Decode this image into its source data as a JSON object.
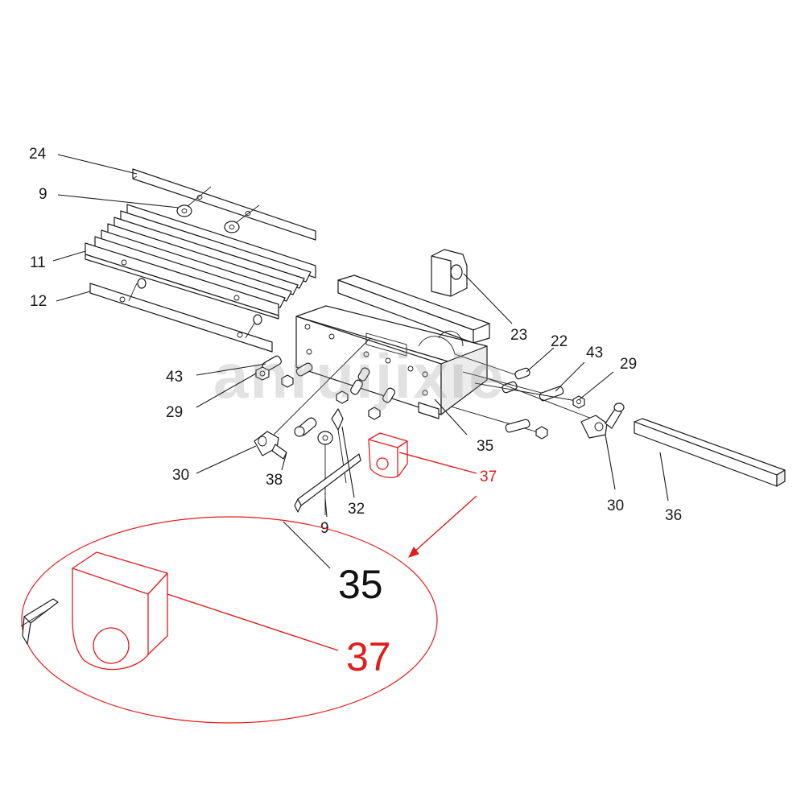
{
  "watermark": "anruijixie",
  "callouts": {
    "c24": "24",
    "c9a": "9",
    "c11": "11",
    "c12": "12",
    "c43a": "43",
    "c29a": "29",
    "c30a": "30",
    "c38": "38",
    "c9b": "9",
    "c32": "32",
    "c35a": "35",
    "c37a": "37",
    "c23": "23",
    "c22": "22",
    "c43b": "43",
    "c29b": "29",
    "c30b": "30",
    "c36": "36"
  },
  "zoom_callouts": {
    "c35": "35",
    "c37": "37"
  },
  "colors": {
    "highlight": "#e21b1b",
    "line": "#1a1a1a"
  }
}
